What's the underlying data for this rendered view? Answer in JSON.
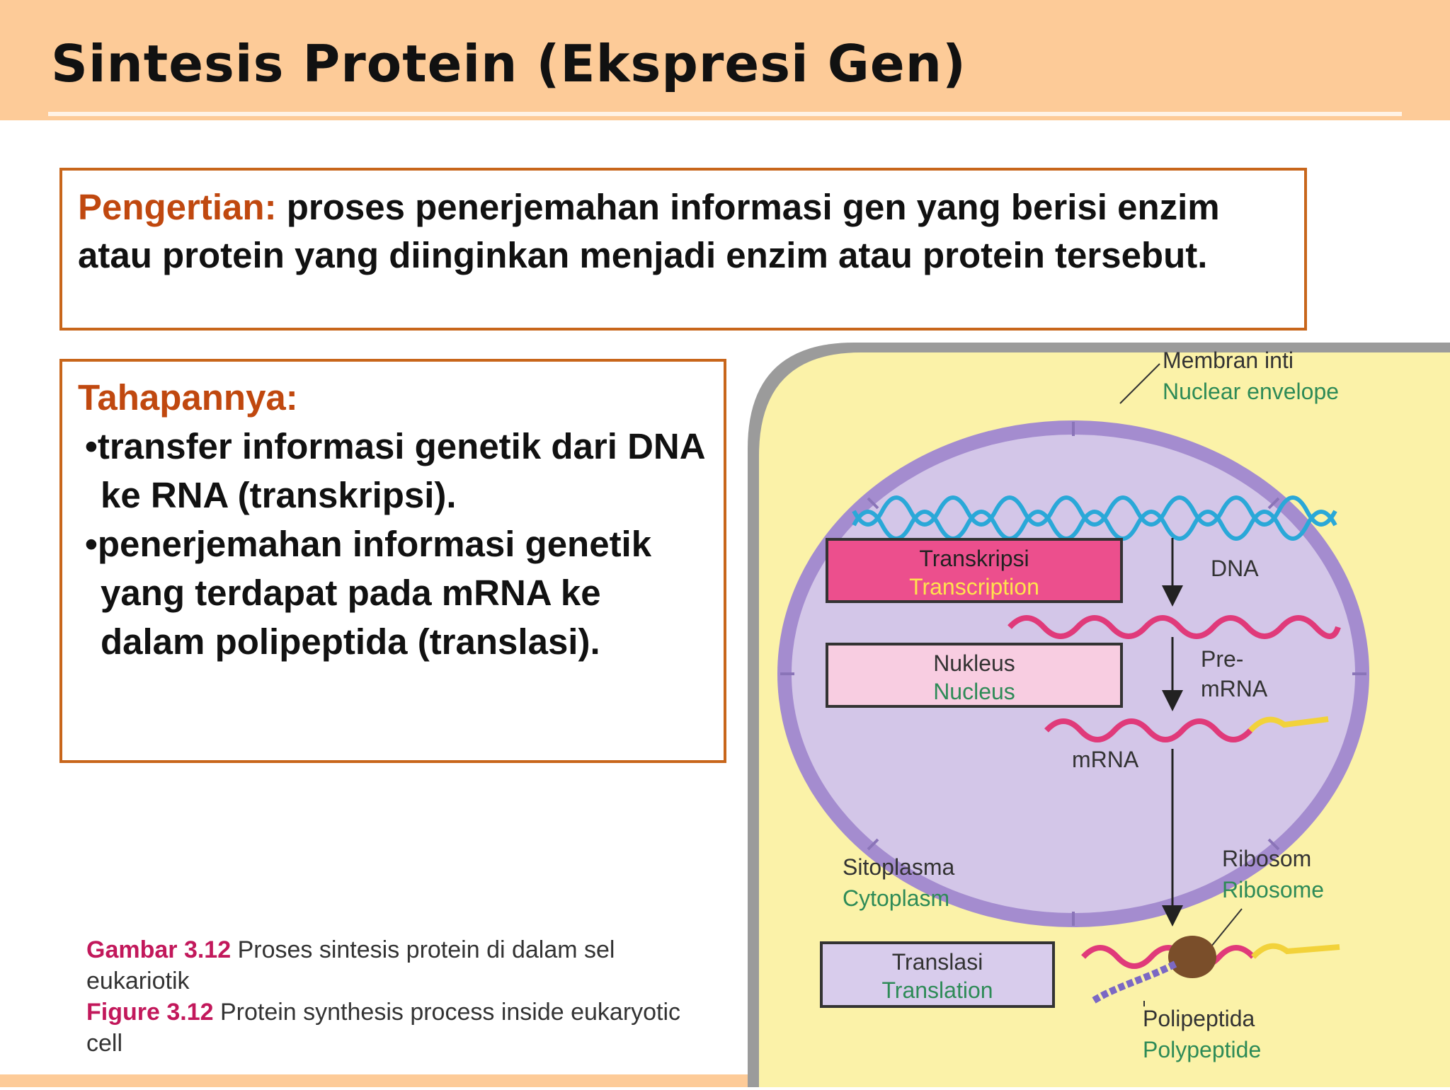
{
  "slide": {
    "title": "Sintesis Protein (Ekspresi Gen)"
  },
  "definition": {
    "label": "Pengertian:",
    "text": "proses penerjemahan informasi gen yang berisi enzim atau protein yang diinginkan menjadi enzim atau protein tersebut."
  },
  "stages": {
    "label": "Tahapannya:",
    "items": [
      "•transfer informasi genetik dari DNA ke RNA (transkripsi).",
      "•penerjemahan informasi genetik yang terdapat pada mRNA ke dalam polipeptida (translasi)."
    ]
  },
  "caption": {
    "id_label": "Gambar 3.12",
    "id_text": "Proses sintesis protein di dalam sel eukariotik",
    "en_label": "Figure 3.12",
    "en_text": "Protein synthesis process inside eukaryotic cell"
  },
  "diagram": {
    "envelope_id": "Membran inti",
    "envelope_en": "Nuclear envelope",
    "transcription_id": "Transkripsi",
    "transcription_en": "Transcription",
    "dna": "DNA",
    "nucleus_id": "Nukleus",
    "nucleus_en": "Nucleus",
    "pre_mrna_1": "Pre-",
    "pre_mrna_2": "mRNA",
    "mrna": "mRNA",
    "cytoplasm_id": "Sitoplasma",
    "cytoplasm_en": "Cytoplasm",
    "ribosome_id": "Ribosom",
    "ribosome_en": "Ribosome",
    "translation_id": "Translasi",
    "translation_en": "Translation",
    "polypeptide_id": "Polipeptida",
    "polypeptide_en": "Polypeptide"
  },
  "colors": {
    "header": "#fdcb98",
    "border": "#c8661b",
    "accent": "#c0480f",
    "cytoplasm": "#fbf2a8",
    "nucleus": "#cfc2e6",
    "dna": "#2aa8d8",
    "rna": "#e03a7a",
    "transcription_box": "#ec4f8d",
    "nucleus_box": "#f8cde1",
    "translation_box": "#d8ccec"
  }
}
